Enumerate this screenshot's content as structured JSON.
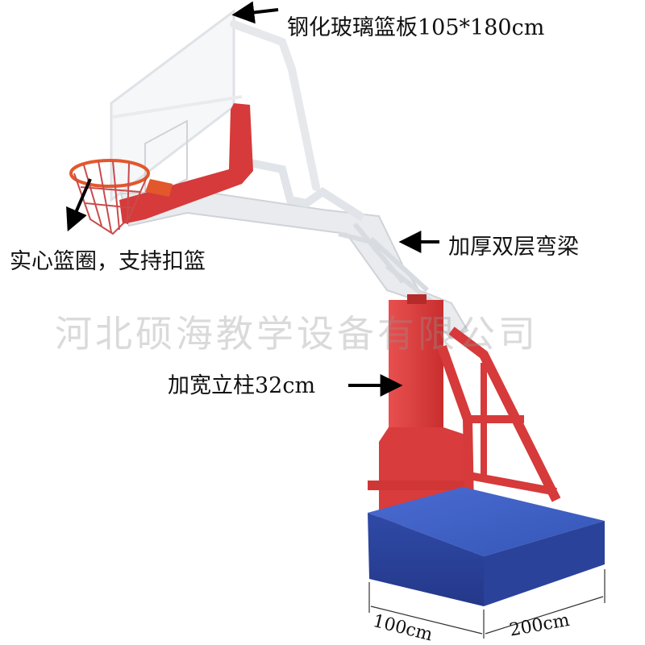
{
  "labels": {
    "backboard": "钢化玻璃篮板105*180cm",
    "boom": "加厚双层弯梁",
    "rim": "实心篮圈，支持扣篮",
    "post": "加宽立柱32cm",
    "base_depth": "100cm",
    "base_width": "200cm"
  },
  "watermark": "河北硕海教学设备有限公司",
  "colors": {
    "frame_white": "#e9ebee",
    "post_red": "#d63a3a",
    "base_blue": "#2f4ea8",
    "rim_orange": "#e2572c",
    "arrow": "#000000"
  },
  "icons": [
    "arrow-left-icon",
    "arrow-down-left-icon"
  ]
}
